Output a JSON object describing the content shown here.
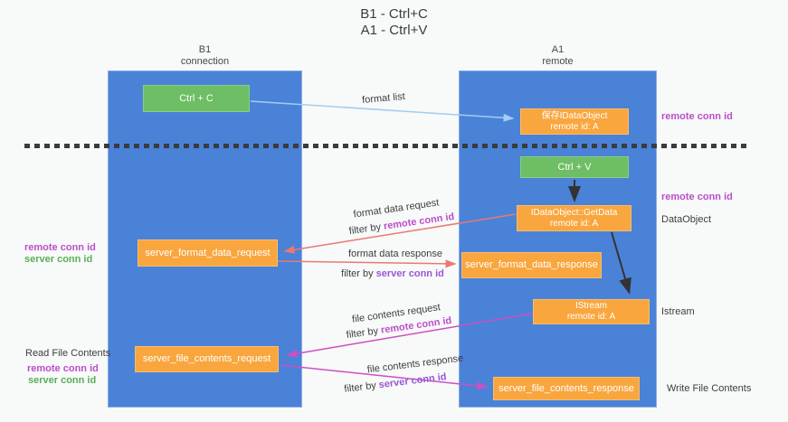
{
  "title": {
    "line1": "B1 - Ctrl+C",
    "line2": "A1 - Ctrl+V"
  },
  "columns": {
    "left": {
      "title": "B1",
      "subtitle": "connection"
    },
    "right": {
      "title": "A1",
      "subtitle": "remote"
    }
  },
  "boxes": {
    "ctrl_c": {
      "label": "Ctrl + C"
    },
    "save_dataobject": {
      "line1": "保存IDataObject",
      "line2": "remote id: A"
    },
    "ctrl_v": {
      "label": "Ctrl + V"
    },
    "getdata": {
      "line1": "IDataObject::GetData",
      "line2": "remote id: A"
    },
    "format_request": {
      "label": "server_format_data_request"
    },
    "format_response": {
      "label": "server_format_data_response"
    },
    "istream": {
      "line1": "IStream",
      "line2": "remote id: A"
    },
    "file_request": {
      "label": "server_file_contents_request"
    },
    "file_response": {
      "label": "server_file_contents_response"
    }
  },
  "edge_labels": {
    "format_list": "format list",
    "format_data_request": "format data request",
    "format_data_request_filter_prefix": "filter by ",
    "format_data_request_filter_value": "remote conn id",
    "format_data_response": "format data response",
    "format_data_response_filter_prefix": "filter by ",
    "format_data_response_filter_value": "server conn id",
    "file_contents_request": "file contents request",
    "file_contents_request_filter_prefix": "filter by ",
    "file_contents_request_filter_value": "remote conn id",
    "file_contents_response": "file contents response",
    "file_contents_response_filter_prefix": "filter by ",
    "file_contents_response_filter_value": "server conn id"
  },
  "annotations": {
    "right_top_conn_id": "remote conn id",
    "right_mid_conn_id": "remote conn id",
    "dataobject": "DataObject",
    "istream": "Istream",
    "write_file_contents": "Write File Contents",
    "left_remote_conn_id": "remote conn id",
    "left_server_conn_id": "server conn id",
    "read_file_contents": "Read File Contents",
    "read_remote_conn_id": "remote conn id",
    "read_server_conn_id": "server conn id"
  },
  "colors": {
    "column_blue": "#4a82d8",
    "box_green": "#6dbe64",
    "box_orange": "#f9a63e",
    "accent_magenta": "#bb4ec8",
    "accent_purple": "#9a57d4",
    "accent_green": "#5aae58",
    "arrow_light_blue": "#a3cdee",
    "arrow_salmon": "#e87a70",
    "arrow_pink": "#cc4fc4",
    "arrow_black": "#333333",
    "background": "#f8f9f9"
  }
}
